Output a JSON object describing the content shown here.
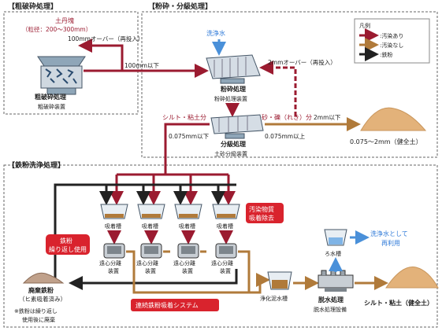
{
  "sections": {
    "coarse": "【粗破砕処理】",
    "grinding": "【粉砕・分級処理】",
    "iron_wash": "【鉄粉洗浄処理】"
  },
  "legend": {
    "title": "凡例",
    "items": [
      {
        "label": ":汚染あり",
        "color": "#9b1b30"
      },
      {
        "label": ":汚染なし",
        "color": "#b07a3a"
      },
      {
        "label": ":鉄粉",
        "color": "#222222"
      }
    ]
  },
  "feed": {
    "line1": "土丹塊",
    "line2": "（粒径：200～300mm）"
  },
  "coarse_unit": {
    "title": "粗破砕処理",
    "subtitle": "粗破砕装置",
    "over_return": "100mmオーバー（再投入）",
    "under": "100mm以下"
  },
  "grinding": {
    "wash_water": "洗浄水",
    "title": "粉砕処理",
    "subtitle": "粉砕処理装置",
    "over_return": "2mmオーバー（再投入）",
    "under": "2mm以下",
    "product": "0.075～2mm（健全土）"
  },
  "classify": {
    "title": "分級処理",
    "subtitle": "土砂分級装置",
    "silt_label": "シルト・粘土分",
    "sand_label": "砂・礫（れき）分",
    "fine": "0.075mm以下",
    "coarse": "0.075mm以上"
  },
  "iron": {
    "tank": "吸着槽",
    "separator1": "遠心分離",
    "separator2": "装置",
    "pollutant1": "汚染物質",
    "pollutant2": "吸着除去",
    "reuse1": "鉄粉",
    "reuse2": "繰り返し使用",
    "system": "連続鉄粉吸着システム",
    "waste1": "廃棄鉄粉",
    "waste2": "（ヒ素吸着済み）",
    "waste3": "※鉄粉は繰り返し",
    "waste4": "使用後に廃棄"
  },
  "water": {
    "mud_tank": "浄化泥水槽",
    "dewater_title": "脱水処理",
    "dewater_sub": "脱水処理設備",
    "filtrate": "ろ水槽",
    "reuse1": "洗浄水として",
    "reuse2": "再利用",
    "product": "シルト・粘土（健全土）"
  }
}
